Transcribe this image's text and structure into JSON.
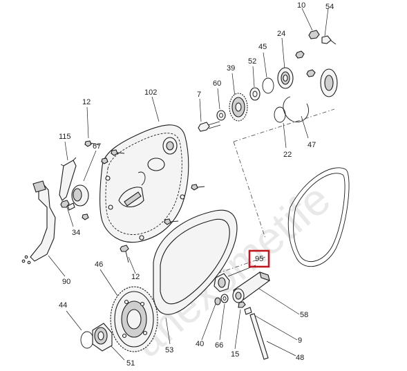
{
  "watermark": "ahexometife",
  "highlight_color": "#c0161f",
  "callouts": [
    {
      "id": "10",
      "text": "10"
    },
    {
      "id": "54",
      "text": "54"
    },
    {
      "id": "24",
      "text": "24"
    },
    {
      "id": "45",
      "text": "45"
    },
    {
      "id": "52",
      "text": "52"
    },
    {
      "id": "39",
      "text": "39"
    },
    {
      "id": "60",
      "text": "60"
    },
    {
      "id": "7",
      "text": "7"
    },
    {
      "id": "102",
      "text": "102"
    },
    {
      "id": "12a",
      "text": "12"
    },
    {
      "id": "115",
      "text": "115"
    },
    {
      "id": "67",
      "text": "67"
    },
    {
      "id": "34",
      "text": "34"
    },
    {
      "id": "22",
      "text": "22"
    },
    {
      "id": "47",
      "text": "47"
    },
    {
      "id": "95",
      "text": "95"
    },
    {
      "id": "12b",
      "text": "12"
    },
    {
      "id": "46",
      "text": "46"
    },
    {
      "id": "90",
      "text": "90"
    },
    {
      "id": "44",
      "text": "44"
    },
    {
      "id": "58",
      "text": "58"
    },
    {
      "id": "53",
      "text": "53"
    },
    {
      "id": "40",
      "text": "40"
    },
    {
      "id": "66",
      "text": "66"
    },
    {
      "id": "15",
      "text": "15"
    },
    {
      "id": "9",
      "text": "9"
    },
    {
      "id": "48",
      "text": "48"
    },
    {
      "id": "51",
      "text": "51"
    }
  ]
}
